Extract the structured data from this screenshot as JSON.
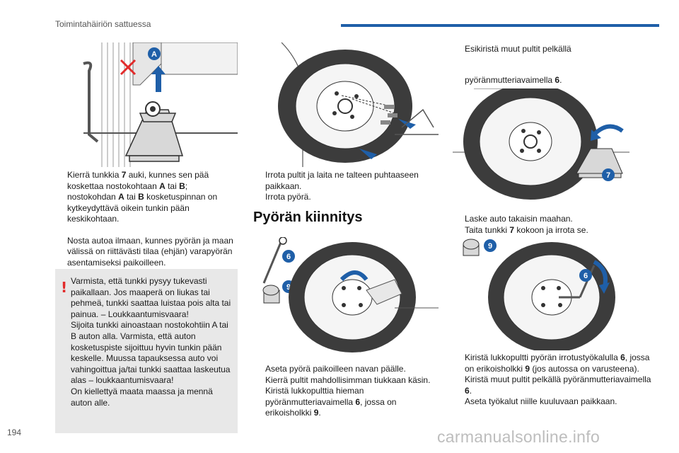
{
  "header": {
    "title": "Toimintahäiriön sattuessa",
    "accent_color": "#1f5fa8"
  },
  "left_column": {
    "bullet_1": {
      "marker": "",
      "t1": "Kierrä tunkkia ",
      "n1": "7",
      "t2": " auki, kunnes sen pää koskettaa nostokohtaan ",
      "n2": "A",
      "t3": " tai ",
      "n3": "B",
      "t4": "; nostokohdan ",
      "n4": "A",
      "t5": " tai ",
      "n5": "B",
      "t6": " kosketuspinnan on kytkeydyttävä oikein tunkin pään keskikohtaan."
    },
    "bullet_2": {
      "marker": "",
      "text": "Nosta autoa ilmaan, kunnes pyörän ja maan välissä on riittävästi tilaa (ehjän) varapyörän asentamiseksi paikoilleen."
    },
    "warning": {
      "icon": "!",
      "text": "Varmista, että tunkki pysyy tukevasti paikallaan. Jos maaperä on liukas tai pehmeä, tunkki saattaa luistaa pois alta tai painua. – Loukkaantumisvaara!\nSijoita tunkki ainoastaan nostokohtiin A tai B auton alla. Varmista, että auton kosketuspiste sijoittuu hyvin tunkin pään keskelle. Muussa tapauksessa auto voi vahingoittua ja/tai tunkki saattaa laskeutua alas – loukkaantumisvaara!\nOn kiellettyä maata maassa ja mennä auton alle."
    },
    "figure_labels": {
      "lift_point": "A"
    }
  },
  "middle_column": {
    "bullets_top": [
      {
        "marker": "",
        "text": "Irrota pultit ja laita ne talteen puhtaaseen paikkaan."
      },
      {
        "marker": "",
        "text": "Irrota pyörä."
      }
    ],
    "section_title": "Pyörän kiinnitys",
    "figure_labels": {
      "wrench": "6",
      "socket": "9"
    },
    "bullets_bottom": {
      "b1": {
        "marker": "",
        "text": "Aseta pyörä paikoilleen navan päälle."
      },
      "b2": {
        "marker": "",
        "text": "Kierrä pultit mahdollisimman tiukkaan käsin."
      },
      "b3": {
        "marker": "",
        "t1": "Kiristä lukkopulttia hieman pyöränmutteriavaimella ",
        "n1": "6",
        "t2": ", jossa on erikoisholkki ",
        "n2": "9",
        "t3": "."
      }
    }
  },
  "right_column": {
    "bullet_top": {
      "marker": "",
      "text": "Esikiristä muut pultit pelkällä"
    },
    "top_continuation": {
      "t1": "pyöränmutteriavaimella ",
      "n1": "6",
      "t2": "."
    },
    "figure_labels_top": {
      "jack": "7"
    },
    "bullets_mid": [
      {
        "marker": "",
        "text": "Laske auto takaisin maahan."
      },
      {
        "marker": "",
        "t1": "Taita tunkki ",
        "n1": "7",
        "t2": " kokoon ja irrota se."
      }
    ],
    "figure_labels_bottom": {
      "socket": "9",
      "wrench": "6"
    },
    "bullets_bottom": {
      "b1": {
        "marker": "",
        "t1": "Kiristä lukkopultti pyörän irrotustyökalulla ",
        "n1": "6",
        "t2": ", jossa on erikoisholkki ",
        "n2": "9",
        "t3": " (jos autossa on varusteena)."
      },
      "b2": {
        "marker": "",
        "t1": "Kiristä muut pultit pelkällä pyöränmutteriavaimella ",
        "n1": "6",
        "t2": "."
      },
      "b3": {
        "marker": "",
        "text": "Aseta työkalut niille kuuluvaan paikkaan."
      }
    }
  },
  "footer": {
    "page_number": "194",
    "watermark": "carmanualsonline.info"
  }
}
